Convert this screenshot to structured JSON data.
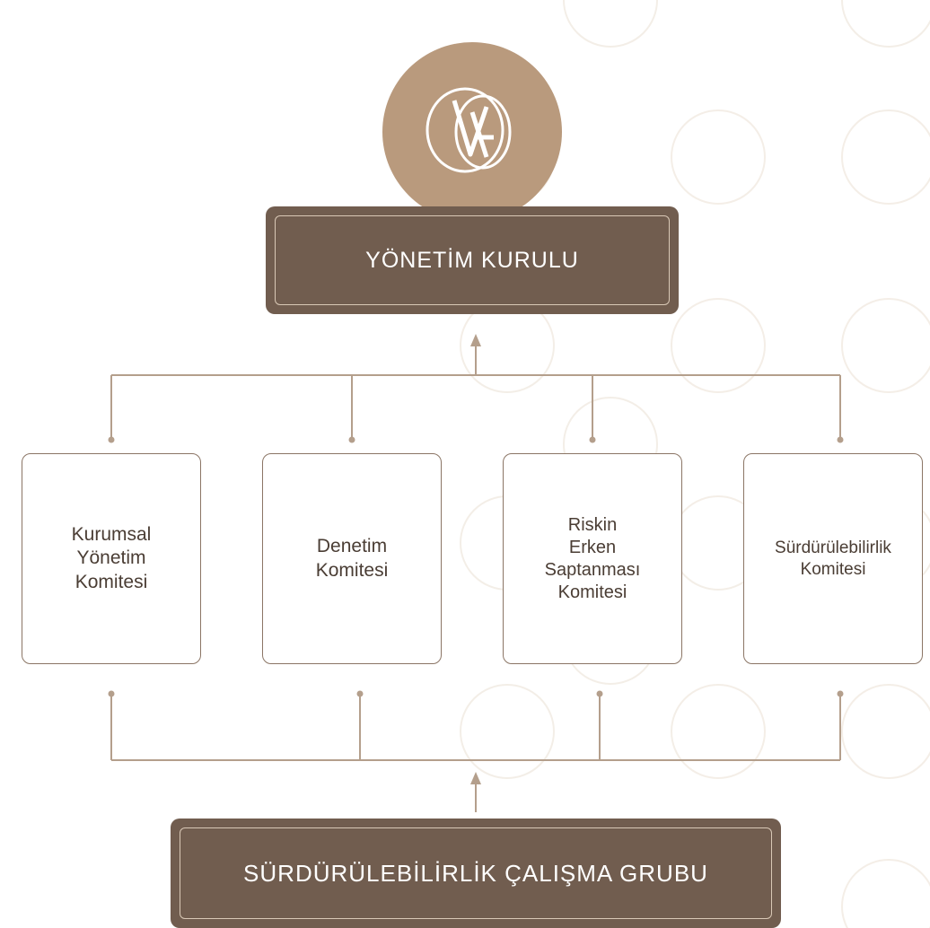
{
  "colors": {
    "header_fill": "#715d4f",
    "logo_fill": "#b99a7d",
    "connector": "#b49f8c",
    "box_border": "#8b7565",
    "text_dark": "#4a3d34"
  },
  "logo": {
    "icon": "monogram-logo-icon",
    "letters": "VA"
  },
  "board": {
    "title": "YÖNETİM KURULU"
  },
  "committees": [
    {
      "label": "Kurumsal\nYönetim\nKomitesi"
    },
    {
      "label": "Denetim\nKomitesi"
    },
    {
      "label": "Riskin\nErken\nSaptanması\nKomitesi"
    },
    {
      "label": "Sürdürülebilirlik\nKomitesi"
    }
  ],
  "working_group": {
    "title": "SÜRDÜRÜLEBİLİRLİK ÇALIŞMA GRUBU"
  }
}
